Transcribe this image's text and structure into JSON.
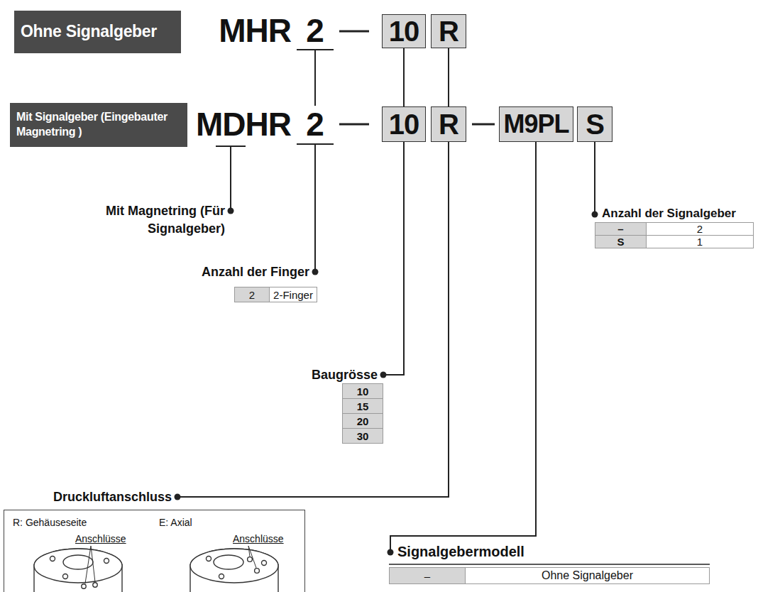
{
  "diagram": {
    "nodes": [
      {
        "text": [
          "Ohne Signalgeber"
        ]
      },
      {
        "text": [
          "10"
        ]
      },
      {
        "text": [
          "R"
        ]
      },
      {
        "text": [
          "Mit Signalgeber (Eingebauter Magnetring )"
        ]
      },
      {
        "text": [
          "10"
        ]
      },
      {
        "text": [
          "R"
        ]
      },
      {
        "text": [
          "M9PL"
        ]
      },
      {
        "text": [
          "S"
        ]
      },
      {
        "text": [
          "R: Gehäuseseite",
          "Anschlüsse",
          "E: Axial",
          "Anschlüsse"
        ]
      }
    ],
    "edges": [
      {
        "from": 1,
        "to": 4,
        "arrow": "none"
      },
      {
        "from": 2,
        "to": 5,
        "arrow": "none"
      }
    ],
    "labels": [
      "MHR",
      "2",
      "MDHR",
      "2",
      "Mit Magnetring (Für Signalgeber)",
      "Anzahl der Finger",
      "2",
      "2-Finger",
      "Baugrösse",
      "10",
      "15",
      "20",
      "30",
      "Druckluftanschluss",
      "Signalgebermodell",
      "–",
      "Ohne Signalgeber",
      "Anzahl der Signalgeber",
      "–",
      "2",
      "S",
      "1"
    ]
  }
}
